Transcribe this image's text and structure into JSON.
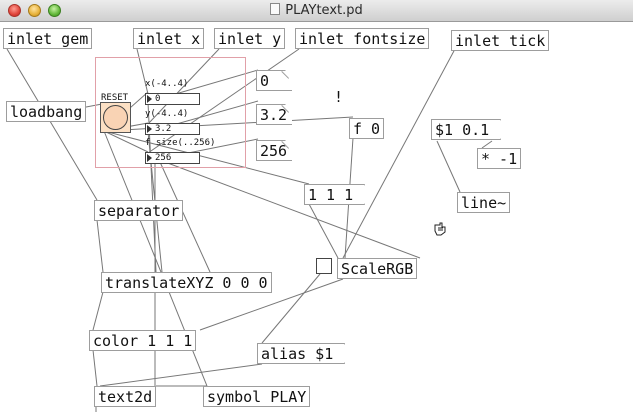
{
  "window": {
    "title": "PLAYtext.pd"
  },
  "objects": {
    "inlet_gem": "inlet gem",
    "inlet_x": "inlet x",
    "inlet_y": "inlet y",
    "inlet_fontsize": "inlet fontsize",
    "inlet_tick": "inlet tick",
    "loadbang": "loadbang",
    "f0": "f 0",
    "msg_scale": "$1 0.1",
    "mult": "* -1",
    "line": "line~",
    "msg_111": "1 1 1",
    "separator": "separator",
    "translate": "translateXYZ 0 0 0",
    "scalergb": "ScaleRGB",
    "color": "color 1 1 1",
    "alias": "alias $1",
    "text2d": "text2d",
    "symbol_play": "symbol PLAY"
  },
  "atoms": {
    "x_value": "0",
    "y_value": "3.2",
    "size_value": "256"
  },
  "gui": {
    "reset_label": "RESET",
    "x_range": "x(-4..4)",
    "y_range": "y(-4..4)",
    "fsize_range": "f size(..256)",
    "x_num": "0",
    "y_num": "3.2",
    "size_num": "256"
  },
  "comment": {
    "exclaim": "!"
  },
  "icons": {
    "cursor": "hand-pointer-icon",
    "toggle": "toggle-icon"
  }
}
